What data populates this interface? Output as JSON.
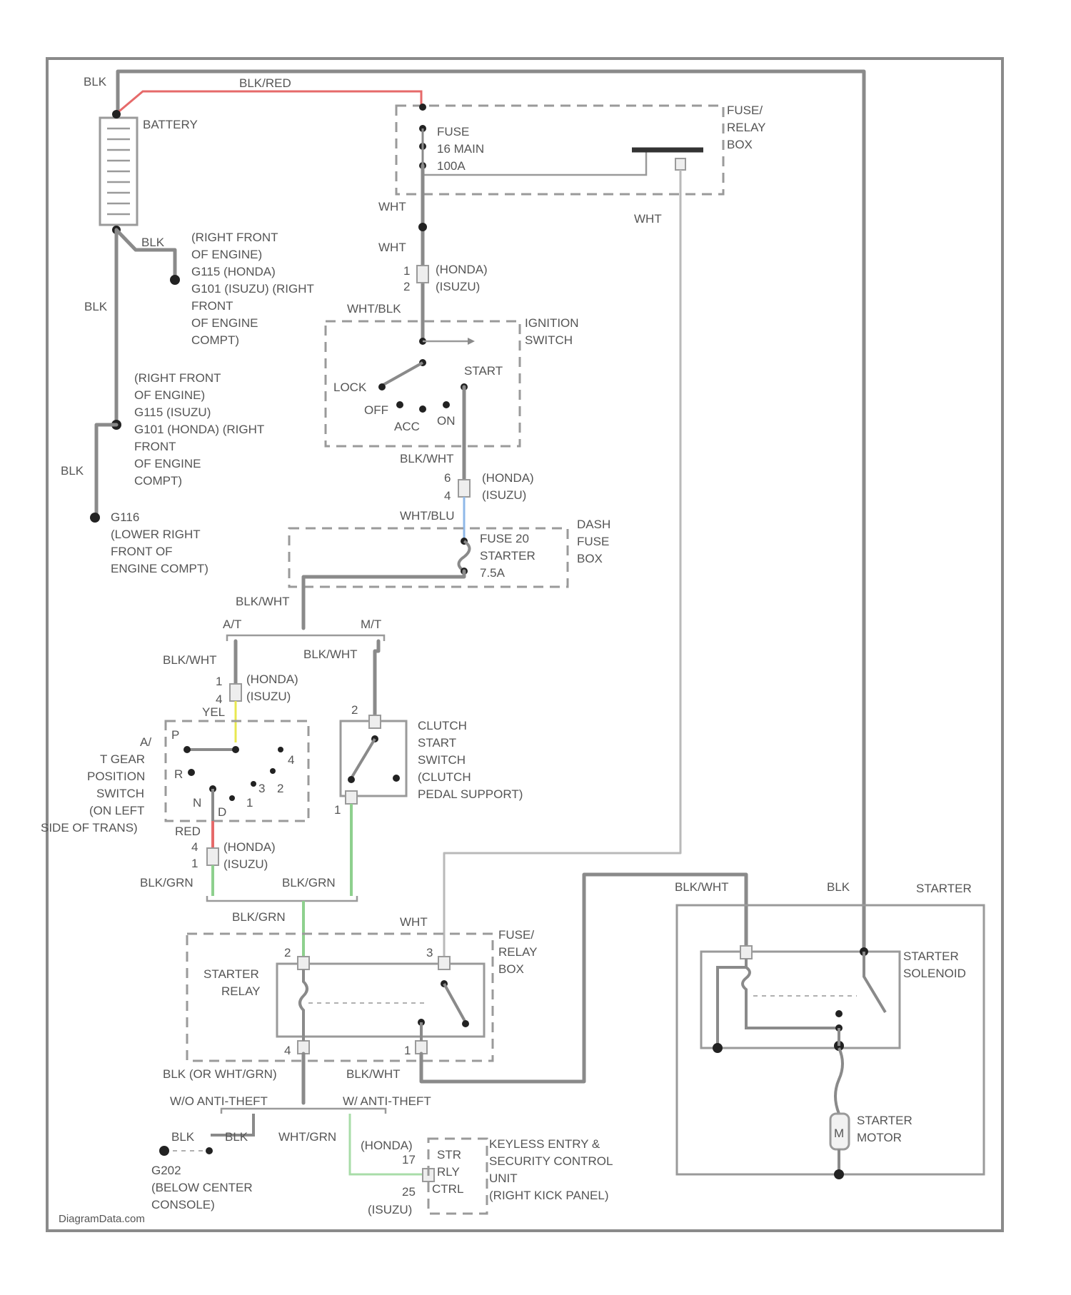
{
  "watermark": "DiagramData.com",
  "colors": {
    "red_wire": "#e66a6a",
    "blue_wire": "#8fb8e8",
    "yellow_wire": "#e8e850",
    "green_wire": "#8ed08e",
    "green_light": "#a8dca8"
  },
  "wire_colors": {
    "blk_top": "BLK",
    "blk_red": "BLK/RED",
    "blk_ground1": "BLK",
    "blk_left1": "BLK",
    "blk_left2": "BLK",
    "wht_1": "WHT",
    "wht_2": "WHT",
    "wht_3": "WHT",
    "wht_blk": "WHT/BLK",
    "blk_wht_1": "BLK/WHT",
    "wht_blu": "WHT/BLU",
    "blk_wht_2": "BLK/WHT",
    "blk_wht_3": "BLK/WHT",
    "blk_wht_4": "BLK/WHT",
    "yel": "YEL",
    "red": "RED",
    "blk_grn_1": "BLK/GRN",
    "blk_grn_2": "BLK/GRN",
    "blk_grn_3": "BLK/GRN",
    "wht_4": "WHT",
    "blk_wht_5": "BLK/WHT",
    "blk_wht_6": "BLK/WHT",
    "blk_starter": "BLK",
    "blk_or_wht_grn": "BLK (OR WHT/GRN)",
    "wht_grn": "WHT/GRN",
    "blk_g": "BLK",
    "blk_g2": "BLK"
  },
  "components": {
    "battery": "BATTERY",
    "fuse_relay_box_1": [
      "FUSE/",
      "RELAY",
      "BOX"
    ],
    "fuse_main": [
      "FUSE",
      "16 MAIN",
      "100A"
    ],
    "ground_1": [
      "(RIGHT FRONT",
      "OF ENGINE)",
      "G115   (HONDA)",
      "G101   (ISUZU) (RIGHT",
      "FRONT",
      "OF ENGINE",
      "COMPT)"
    ],
    "conn_1": [
      "(HONDA)",
      "(ISUZU)"
    ],
    "ignition_switch": [
      "IGNITION",
      "SWITCH"
    ],
    "ign_positions": {
      "lock": "LOCK",
      "off": "OFF",
      "acc": "ACC",
      "on": "ON",
      "start": "START"
    },
    "ground_2": [
      "(RIGHT FRONT",
      "OF ENGINE)",
      "G115   (ISUZU)",
      "G101   (HONDA) (RIGHT",
      "FRONT",
      "OF ENGINE",
      "COMPT)"
    ],
    "ground_3": [
      "G116",
      "(LOWER RIGHT",
      "FRONT OF",
      "ENGINE COMPT)"
    ],
    "conn_2": [
      "(HONDA)",
      "(ISUZU)"
    ],
    "dash_fuse_box": [
      "DASH",
      "FUSE",
      "BOX"
    ],
    "fuse_20": [
      "FUSE 20",
      "STARTER",
      "7.5A"
    ],
    "at": "A/T",
    "mt": "M/T",
    "conn_3": [
      "(HONDA)",
      "(ISUZU)"
    ],
    "at_switch": [
      "A/",
      "T GEAR",
      "POSITION",
      "SWITCH",
      "(ON LEFT",
      "SIDE OF TRANS)"
    ],
    "gear_letters": {
      "p": "P",
      "r": "R",
      "n": "N",
      "d": "D",
      "d4": "4",
      "d3": "3",
      "d2": "2",
      "d1": "1"
    },
    "clutch_switch": [
      "CLUTCH",
      "START",
      "SWITCH",
      "(CLUTCH",
      "PEDAL SUPPORT)"
    ],
    "conn_4": [
      "(HONDA)",
      "(ISUZU)"
    ],
    "starter_relay": [
      "STARTER",
      "RELAY"
    ],
    "fuse_relay_box_2": [
      "FUSE/",
      "RELAY",
      "BOX"
    ],
    "starter": "STARTER",
    "starter_solenoid": [
      "STARTER",
      "SOLENOID"
    ],
    "starter_motor": [
      "STARTER",
      "MOTOR"
    ],
    "motor_symbol": "M",
    "wo_anti_theft": "W/O ANTI-THEFT",
    "w_anti_theft": "W/ ANTI-THEFT",
    "ground_4": [
      "G202",
      "(BELOW CENTER",
      "CONSOLE)"
    ],
    "conn_5": [
      "(HONDA)",
      "(ISUZU)"
    ],
    "keyless_unit": [
      "KEYLESS ENTRY &",
      "SECURITY CONTROL",
      "UNIT",
      "(RIGHT KICK PANEL)"
    ],
    "keyless_pins": [
      "STR",
      "RLY",
      "CTRL"
    ]
  },
  "pins": {
    "c1_a": "1",
    "c1_b": "2",
    "c2_a": "6",
    "c2_b": "4",
    "c3_a": "1",
    "c3_b": "4",
    "clutch_a": "2",
    "clutch_b": "1",
    "c4_a": "4",
    "c4_b": "1",
    "sr_2": "2",
    "sr_3": "3",
    "sr_4": "4",
    "sr_1": "1",
    "k_17": "17",
    "k_25": "25"
  }
}
